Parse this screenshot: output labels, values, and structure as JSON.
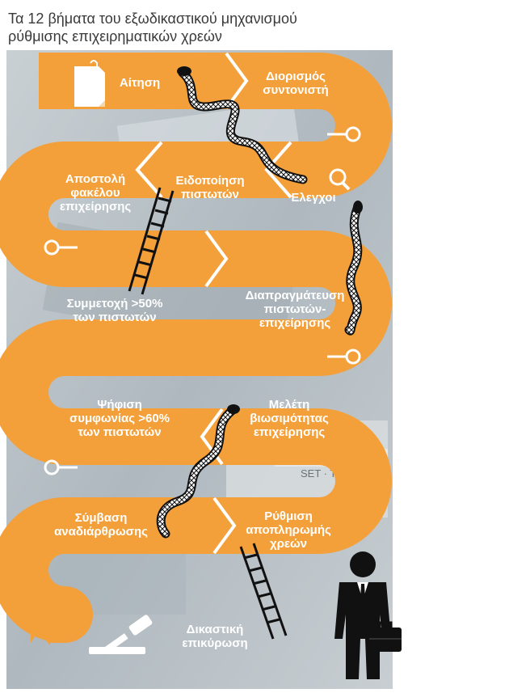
{
  "title": {
    "line1": "Τα 12 βήματα του εξωδικαστικού μηχανισμού",
    "line2": "ρύθμισης επιχειρηματικών χρεών"
  },
  "steps": [
    {
      "lines": [
        "Αίτηση"
      ]
    },
    {
      "lines": [
        "Διορισμός",
        "συντονιστή"
      ]
    },
    {
      "lines": [
        "Ελεγχοι"
      ]
    },
    {
      "lines": [
        "Ειδοποίηση",
        "πιστωτών"
      ]
    },
    {
      "lines": [
        "Αποστολή",
        "φακέλου",
        "επιχείρησης"
      ]
    },
    {
      "lines": [
        "Συμμετοχή >50%",
        "των πιστωτών"
      ]
    },
    {
      "lines": [
        "Διαπραγμάτευση",
        "πιστωτών-",
        "επιχείρησης"
      ]
    },
    {
      "lines": [
        "Μελέτη",
        "βιωσιμότητας",
        "επιχείρησης"
      ]
    },
    {
      "lines": [
        "Ψήφιση",
        "συμφωνίας >60%",
        "των πιστωτών"
      ]
    },
    {
      "lines": [
        "Σύμβαση",
        "αναδιάρθρωσης"
      ]
    },
    {
      "lines": [
        "Ρύθμιση",
        "αποπληρωμής",
        "χρεών"
      ]
    },
    {
      "lines": [
        "Δικαστική",
        "επικύρωση"
      ]
    }
  ],
  "background_text": {
    "tax_rates": "SET · TAX RATE"
  },
  "colors": {
    "path": "#f4a03a",
    "path_dark": "#e8902a",
    "text": "#ffffff",
    "title": "#3a3a3a",
    "background_photo": "#b9c2c8"
  },
  "icons": [
    "document-icon",
    "magnifier-icon",
    "gavel-icon",
    "businessman-icon",
    "briefcase-icon",
    "snake-icon",
    "ladder-icon"
  ]
}
